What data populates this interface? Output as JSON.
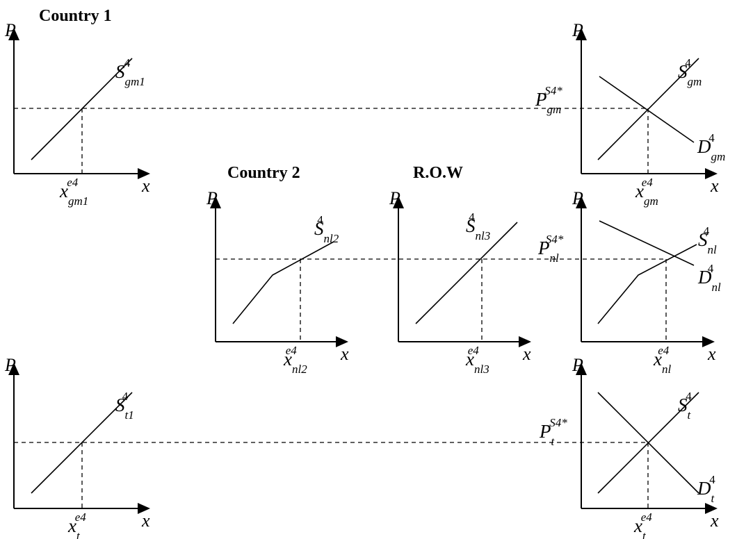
{
  "headings": {
    "country1": "Country 1",
    "country2": "Country 2",
    "row": "R.O.W"
  },
  "axis_letters": {
    "price": "P",
    "quantity": "x"
  },
  "markets": {
    "gm": {
      "country1_supply": {
        "base": "S",
        "sub": "gm1",
        "sup": "4"
      },
      "country1_quantity": {
        "base": "x",
        "sub": "gm1",
        "sup": "e4"
      },
      "world_price": {
        "base": "P",
        "sub": "gm",
        "sup": "S4*"
      },
      "world_supply": {
        "base": "S",
        "sub": "gm",
        "sup": "4"
      },
      "world_demand": {
        "base": "D",
        "sub": "gm",
        "sup": "4"
      },
      "world_quantity": {
        "base": "x",
        "sub": "gm",
        "sup": "e4"
      }
    },
    "nl": {
      "country2_supply": {
        "base": "S",
        "sub": "nl2",
        "sup": "4"
      },
      "country2_quantity": {
        "base": "x",
        "sub": "nl2",
        "sup": "e4"
      },
      "row_supply": {
        "base": "S",
        "sub": "nl3",
        "sup": "4"
      },
      "row_quantity": {
        "base": "x",
        "sub": "nl3",
        "sup": "e4"
      },
      "world_price": {
        "base": "P",
        "sub": "nl",
        "sup": "S4*"
      },
      "world_supply": {
        "base": "S",
        "sub": "nl",
        "sup": "4"
      },
      "world_demand": {
        "base": "D",
        "sub": "nl",
        "sup": "4"
      },
      "world_quantity": {
        "base": "x",
        "sub": "nl",
        "sup": "e4"
      }
    },
    "t": {
      "country1_supply": {
        "base": "S",
        "sub": "t1",
        "sup": "4"
      },
      "country1_quantity": {
        "base": "x",
        "sub": "t",
        "sup": "e4"
      },
      "world_price": {
        "base": "P",
        "sub": "t",
        "sup": "S4*"
      },
      "world_supply": {
        "base": "S",
        "sub": "t",
        "sup": "4"
      },
      "world_demand": {
        "base": "D",
        "sub": "t",
        "sup": "4"
      },
      "world_quantity": {
        "base": "x",
        "sub": "t",
        "sup": "e4"
      }
    }
  }
}
